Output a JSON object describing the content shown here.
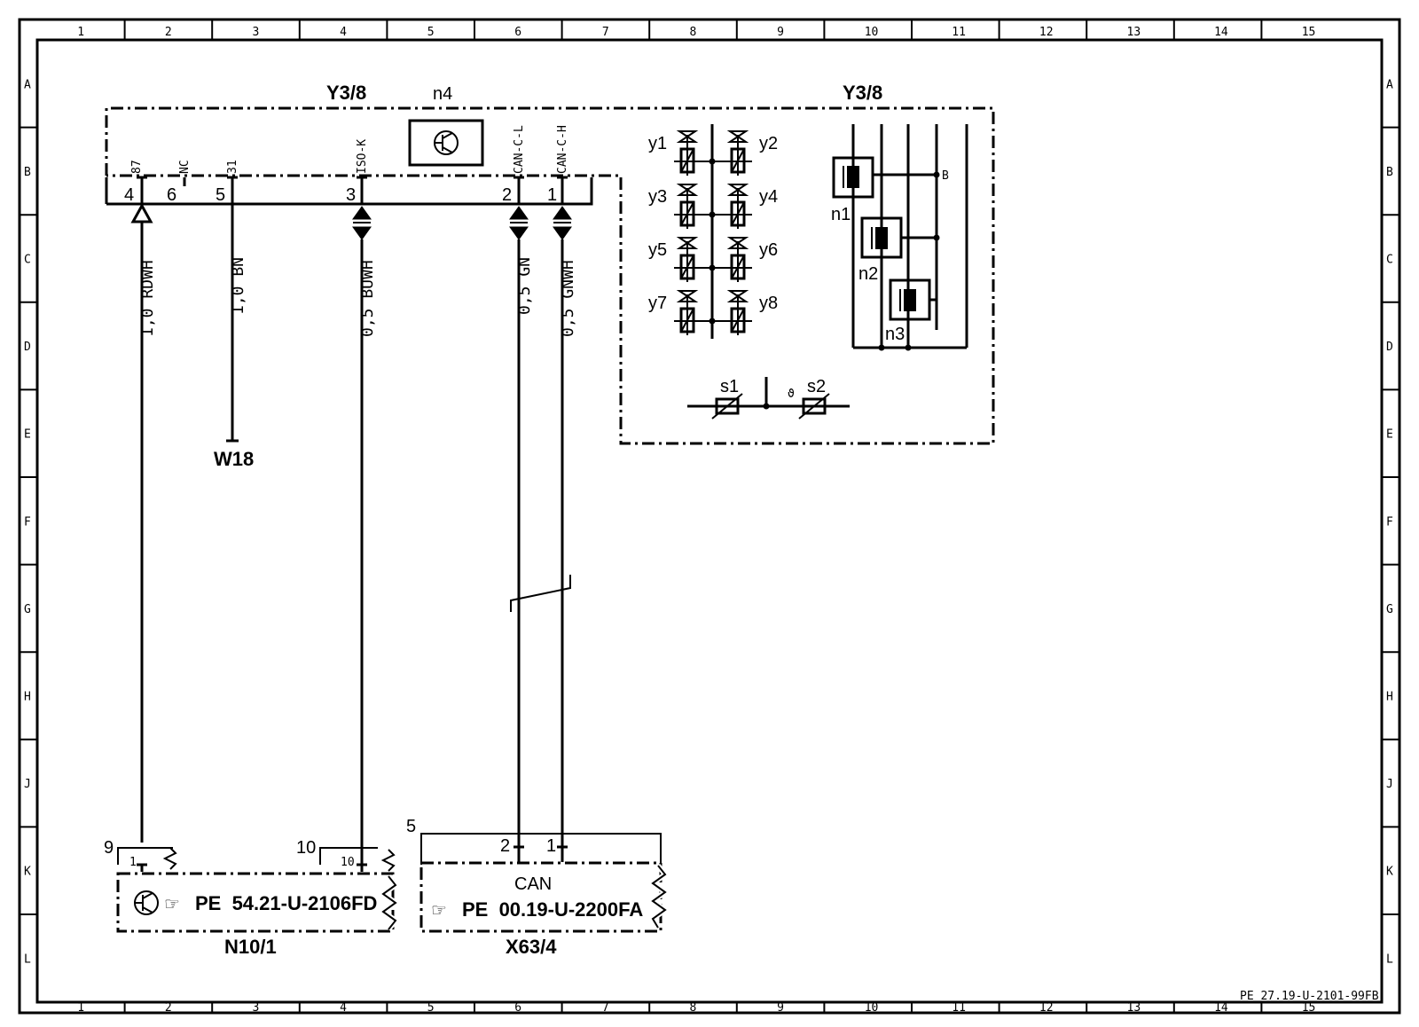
{
  "grid": {
    "columns": [
      "1",
      "2",
      "3",
      "4",
      "5",
      "6",
      "7",
      "8",
      "9",
      "10",
      "11",
      "12",
      "13",
      "14",
      "15"
    ],
    "rows": [
      "A",
      "B",
      "C",
      "D",
      "E",
      "F",
      "G",
      "H",
      "J",
      "K",
      "L"
    ]
  },
  "drawing_number": "PE 27.19-U-2101-99FB",
  "module_main": {
    "label": "Y3/8",
    "module_label_right": "Y3/8",
    "sub_n4": "n4",
    "pins": [
      {
        "num": "4",
        "name": "87"
      },
      {
        "num": "6",
        "name": "NC"
      },
      {
        "num": "5",
        "name": "31"
      },
      {
        "num": "3",
        "name": "ISO-K"
      },
      {
        "num": "2",
        "name": "CAN-C-L"
      },
      {
        "num": "1",
        "name": "CAN-C-H"
      }
    ]
  },
  "wires": [
    {
      "label": "1,0 RDWH"
    },
    {
      "label": "1,0 BN"
    },
    {
      "label": "0,5 BUWH"
    },
    {
      "label": "0,5 GN"
    },
    {
      "label": "0,5 GNWH"
    }
  ],
  "ground": {
    "label": "W18"
  },
  "valves": [
    "y1",
    "y2",
    "y3",
    "y4",
    "y5",
    "y6",
    "y7",
    "y8"
  ],
  "sensors": {
    "s1": "s1",
    "s2": "s2",
    "temp_symbol": "ϑ"
  },
  "speed_sensors": [
    "n1",
    "n2",
    "n3"
  ],
  "bus_b": "B",
  "connector_n10": {
    "label": "N10/1",
    "ref": "PE  54.21-U-2106FD",
    "ref_icon": "hand-pointer",
    "pin_a_outer": "9",
    "pin_a_inner": "1",
    "pin_b_outer": "10",
    "pin_b_inner": "10"
  },
  "connector_x63": {
    "label": "X63/4",
    "ref": "PE  00.19-U-2200FA",
    "ref_icon": "hand-pointer",
    "title": "CAN",
    "pin_outer": "5",
    "pin_a": "2",
    "pin_b": "1"
  }
}
